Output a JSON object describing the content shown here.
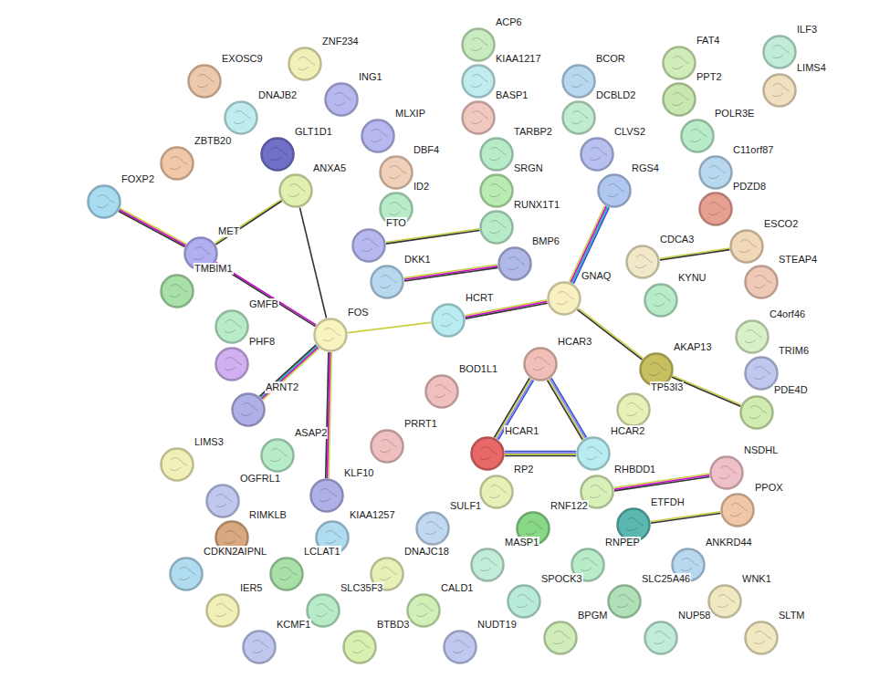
{
  "diagram": {
    "nodes": [
      {
        "text": [
          "ACP6"
        ]
      },
      {
        "text": [
          "ILF3"
        ]
      },
      {
        "text": [
          "FAT4"
        ]
      },
      {
        "text": [
          "ZNF234"
        ]
      },
      {
        "text": [
          "EXOSC9"
        ]
      },
      {
        "text": [
          "KIAA1217"
        ]
      },
      {
        "text": [
          "BCOR"
        ]
      },
      {
        "text": [
          "LIMS4"
        ]
      },
      {
        "text": [
          "ING1"
        ]
      },
      {
        "text": [
          "PPT2"
        ]
      },
      {
        "text": [
          "DNAJB2"
        ]
      },
      {
        "text": [
          "BASP1"
        ]
      },
      {
        "text": [
          "DCBLD2"
        ]
      },
      {
        "text": [
          "MLXIP"
        ]
      },
      {
        "text": [
          "POLR3E"
        ]
      },
      {
        "text": [
          "GLT1D1"
        ]
      },
      {
        "text": [
          "TARBP2"
        ]
      },
      {
        "text": [
          "CLVS2"
        ]
      },
      {
        "text": [
          "ZBTB20"
        ]
      },
      {
        "text": [
          "DBF4"
        ]
      },
      {
        "text": [
          "C11orf87"
        ]
      },
      {
        "text": [
          "ANXA5"
        ]
      },
      {
        "text": [
          "SRGN"
        ]
      },
      {
        "text": [
          "RGS4"
        ]
      },
      {
        "text": [
          "FOXP2"
        ]
      },
      {
        "text": [
          "ID2"
        ]
      },
      {
        "text": [
          "PDZD8"
        ]
      },
      {
        "text": [
          "RUNX1T1"
        ]
      },
      {
        "text": [
          "FTO"
        ]
      },
      {
        "text": [
          "ESCO2"
        ]
      },
      {
        "text": [
          "MET"
        ]
      },
      {
        "text": [
          "CDCA3"
        ]
      },
      {
        "text": [
          "BMP6"
        ]
      },
      {
        "text": [
          "DKK1"
        ]
      },
      {
        "text": [
          "STEAP4"
        ]
      },
      {
        "text": [
          "TMBIM1"
        ]
      },
      {
        "text": [
          "GNAQ"
        ]
      },
      {
        "text": [
          "KYNU"
        ]
      },
      {
        "text": [
          "HCRT"
        ]
      },
      {
        "text": [
          "GMFB"
        ]
      },
      {
        "text": [
          "FOS"
        ]
      },
      {
        "text": [
          "C4orf46"
        ]
      },
      {
        "text": [
          "PHF8"
        ]
      },
      {
        "text": [
          "HCAR3"
        ]
      },
      {
        "text": [
          "AKAP13"
        ]
      },
      {
        "text": [
          "TRIM6"
        ]
      },
      {
        "text": [
          "BOD1L1"
        ]
      },
      {
        "text": [
          "ARNT2"
        ]
      },
      {
        "text": [
          "TP53I3"
        ]
      },
      {
        "text": [
          "PDE4D"
        ]
      },
      {
        "text": [
          "PRRT1"
        ]
      },
      {
        "text": [
          "HCAR1"
        ]
      },
      {
        "text": [
          "HCAR2"
        ]
      },
      {
        "text": [
          "ASAP2"
        ]
      },
      {
        "text": [
          "LIMS3"
        ]
      },
      {
        "text": [
          "NSDHL"
        ]
      },
      {
        "text": [
          "RP2"
        ]
      },
      {
        "text": [
          "RHBDD1"
        ]
      },
      {
        "text": [
          "KLF10"
        ]
      },
      {
        "text": [
          "OGFRL1"
        ]
      },
      {
        "text": [
          "PPOX"
        ]
      },
      {
        "text": [
          "ETFDH"
        ]
      },
      {
        "text": [
          "RNF122"
        ]
      },
      {
        "text": [
          "SULF1"
        ]
      },
      {
        "text": [
          "RIMKLB"
        ]
      },
      {
        "text": [
          "KIAA1257"
        ]
      },
      {
        "text": [
          "ANKRD44"
        ]
      },
      {
        "text": [
          "MASP1"
        ]
      },
      {
        "text": [
          "RNPEP"
        ]
      },
      {
        "text": [
          "CDKN2AIPNL"
        ]
      },
      {
        "text": [
          "LCLAT1"
        ]
      },
      {
        "text": [
          "DNAJC18"
        ]
      },
      {
        "text": [
          "SPOCK3"
        ]
      },
      {
        "text": [
          "SLC25A46"
        ]
      },
      {
        "text": [
          "WNK1"
        ]
      },
      {
        "text": [
          "IER5"
        ]
      },
      {
        "text": [
          "SLC35F3"
        ]
      },
      {
        "text": [
          "CALD1"
        ]
      },
      {
        "text": [
          "BPGM"
        ]
      },
      {
        "text": [
          "NUP58"
        ]
      },
      {
        "text": [
          "SLTM"
        ]
      },
      {
        "text": [
          "KCMF1"
        ]
      },
      {
        "text": [
          "BTBD3"
        ]
      },
      {
        "text": [
          "NUDT19"
        ]
      }
    ],
    "edges": [
      {
        "from": 24,
        "to": 30,
        "arrow": "none"
      },
      {
        "from": 30,
        "to": 21,
        "arrow": "none"
      },
      {
        "from": 30,
        "to": 40,
        "arrow": "none"
      },
      {
        "from": 21,
        "to": 40,
        "arrow": "none"
      },
      {
        "from": 40,
        "to": 47,
        "arrow": "none"
      },
      {
        "from": 40,
        "to": 58,
        "arrow": "none"
      },
      {
        "from": 40,
        "to": 38,
        "arrow": "none"
      },
      {
        "from": 38,
        "to": 36,
        "arrow": "none"
      },
      {
        "from": 36,
        "to": 23,
        "arrow": "none"
      },
      {
        "from": 36,
        "to": 44,
        "arrow": "none"
      },
      {
        "from": 44,
        "to": 49,
        "arrow": "none"
      },
      {
        "from": 28,
        "to": 27,
        "arrow": "none"
      },
      {
        "from": 33,
        "to": 32,
        "arrow": "none"
      },
      {
        "from": 43,
        "to": 51,
        "arrow": "none"
      },
      {
        "from": 43,
        "to": 52,
        "arrow": "none"
      },
      {
        "from": 51,
        "to": 52,
        "arrow": "none"
      },
      {
        "from": 57,
        "to": 55,
        "arrow": "none"
      },
      {
        "from": 61,
        "to": 60,
        "arrow": "none"
      },
      {
        "from": 31,
        "to": 29,
        "arrow": "none"
      }
    ]
  }
}
